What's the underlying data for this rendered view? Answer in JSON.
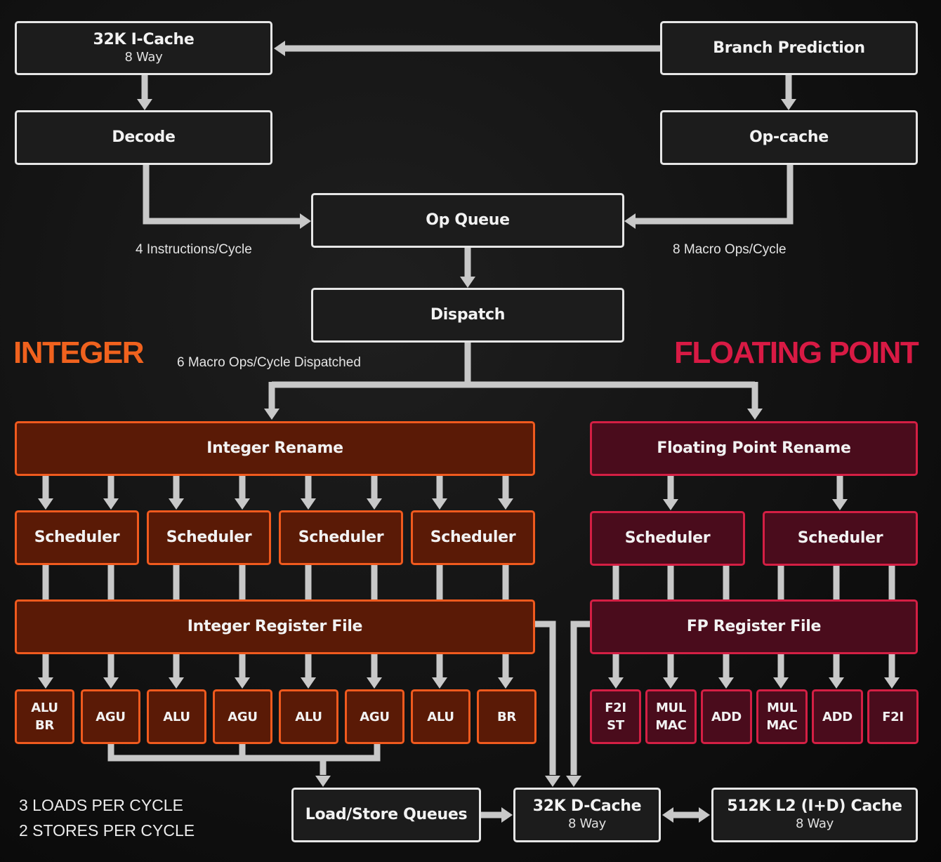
{
  "frontend": {
    "icache": {
      "title": "32K I-Cache",
      "sub": "8 Way"
    },
    "branch_prediction": {
      "title": "Branch Prediction"
    },
    "decode": {
      "title": "Decode"
    },
    "op_cache": {
      "title": "Op-cache"
    },
    "op_queue": {
      "title": "Op Queue"
    },
    "dispatch": {
      "title": "Dispatch"
    },
    "decode_rate": "4 Instructions/Cycle",
    "opcache_rate": "8 Macro Ops/Cycle",
    "dispatch_rate": "6 Macro Ops/Cycle Dispatched"
  },
  "integer": {
    "section_label": "INTEGER",
    "rename": "Integer Rename",
    "schedulers": [
      "Scheduler",
      "Scheduler",
      "Scheduler",
      "Scheduler"
    ],
    "register_file": "Integer Register File",
    "units": [
      {
        "line1": "ALU",
        "line2": "BR"
      },
      {
        "line1": "AGU",
        "line2": ""
      },
      {
        "line1": "ALU",
        "line2": ""
      },
      {
        "line1": "AGU",
        "line2": ""
      },
      {
        "line1": "ALU",
        "line2": ""
      },
      {
        "line1": "AGU",
        "line2": ""
      },
      {
        "line1": "ALU",
        "line2": ""
      },
      {
        "line1": "BR",
        "line2": ""
      }
    ]
  },
  "floating_point": {
    "section_label": "FLOATING POINT",
    "rename": "Floating Point Rename",
    "schedulers": [
      "Scheduler",
      "Scheduler"
    ],
    "register_file": "FP Register File",
    "units": [
      {
        "line1": "F2I",
        "line2": "ST"
      },
      {
        "line1": "MUL",
        "line2": "MAC"
      },
      {
        "line1": "ADD",
        "line2": ""
      },
      {
        "line1": "MUL",
        "line2": "MAC"
      },
      {
        "line1": "ADD",
        "line2": ""
      },
      {
        "line1": "F2I",
        "line2": ""
      }
    ]
  },
  "memory": {
    "load_store": {
      "title": "Load/Store Queues"
    },
    "dcache": {
      "title": "32K D-Cache",
      "sub": "8 Way"
    },
    "l2": {
      "title": "512K L2 (I+D) Cache",
      "sub": "8 Way"
    },
    "stats": [
      "3 LOADS PER CYCLE",
      "2 STORES PER CYCLE"
    ]
  },
  "colors": {
    "integer_accent": "#f05a1e",
    "integer_fill": "#5a1a06",
    "fp_accent": "#d41f44",
    "fp_fill": "#4a0c1c",
    "neutral_border": "#e6e6e6",
    "wire": "#c8c8c8"
  }
}
